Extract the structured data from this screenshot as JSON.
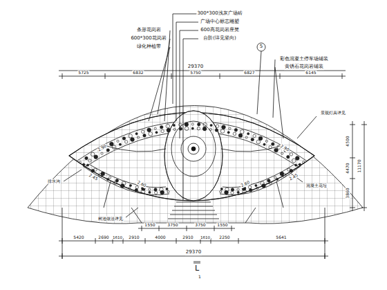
{
  "diagram": {
    "labels": [
      "300*300浅灰广场砖",
      "广场中心标志雕塑",
      "600高花岗岩座凳",
      "台阶(详见竖向)",
      "条形花岗岩",
      "600*300花岗岩",
      "绿化种植带",
      "彩色混凝土停车场铺装",
      "黄锈石花岗岩铺装",
      "5",
      "景观灯具详见",
      "混凝土花坛",
      "树池做法详见",
      "排水沟",
      "2.90",
      "2.90",
      "2.60",
      "2.60",
      "2.45",
      "2.45",
      "29370",
      "5725",
      "6832",
      "5750",
      "6827",
      "6145",
      "1550",
      "3750",
      "3750",
      "1550",
      "5420",
      "2690",
      "1610",
      "2910",
      "4000",
      "2910",
      "1610",
      "2250",
      "5641",
      "29370",
      "4500",
      "4470",
      "11170",
      "3860",
      "L",
      "1"
    ]
  }
}
